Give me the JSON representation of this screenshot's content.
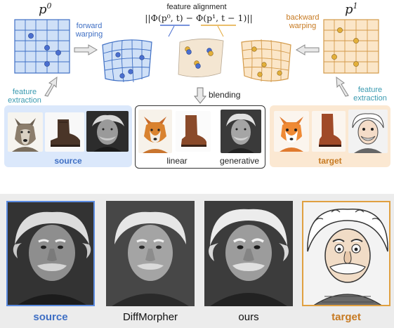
{
  "top": {
    "p0_label": "p",
    "p0_sup": "0",
    "p1_label": "p",
    "p1_sup": "1",
    "forward_warping": [
      "forward",
      "warping"
    ],
    "backward_warping": [
      "backward",
      "warping"
    ],
    "feature_alignment_title": "feature alignment",
    "feature_alignment_formula": "||Φ(p⁰, t) − Φ(p¹, t − 1)||",
    "feature_extraction_left": [
      "feature",
      "extraction"
    ],
    "feature_extraction_right": [
      "feature",
      "extraction"
    ],
    "blending_label": "blending",
    "source_label": "source",
    "target_label": "target",
    "linear_label": "linear",
    "generative_label": "generative"
  },
  "bottom": {
    "captions": [
      "source",
      "DiffMorpher",
      "ours",
      "target"
    ]
  },
  "colors": {
    "source_blue": "#3f6fc4",
    "target_orange": "#c77a22",
    "grid_blue_bg": "#cfe0f7",
    "grid_orange_bg": "#fbe6c8"
  }
}
